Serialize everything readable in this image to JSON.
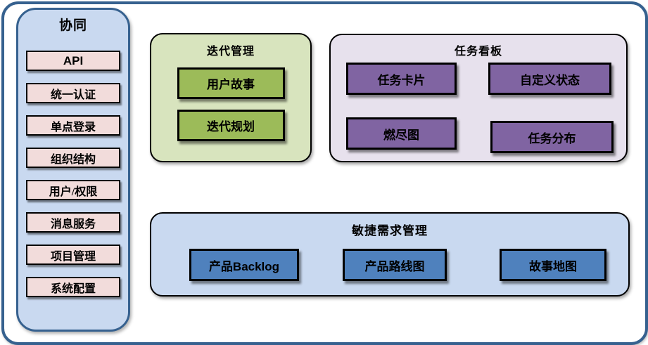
{
  "colors": {
    "frame_border": "#36618F",
    "sidebar_fill": "#C9D9F0",
    "module_pink": "#F2DCDB",
    "iteration_panel_fill": "#D8E4BE",
    "iteration_button": "#9CBB59",
    "taskboard_panel_fill": "#E7E1ED",
    "taskboard_button": "#8064A2",
    "agile_panel_fill": "#C9D9F0",
    "agile_button": "#4F81BD"
  },
  "sidebar": {
    "title": "协同",
    "items": [
      "API",
      "统一认证",
      "单点登录",
      "组织结构",
      "用户/权限",
      "消息服务",
      "项目管理",
      "系统配置"
    ]
  },
  "panels": {
    "iteration": {
      "title": "迭代管理",
      "items": [
        "用户故事",
        "迭代规划"
      ]
    },
    "taskboard": {
      "title": "任务看板",
      "items": [
        "任务卡片",
        "自定义状态",
        "燃尽图",
        "任务分布"
      ]
    },
    "agile": {
      "title": "敏捷需求管理",
      "items": [
        "产品Backlog",
        "产品路线图",
        "故事地图"
      ]
    }
  }
}
